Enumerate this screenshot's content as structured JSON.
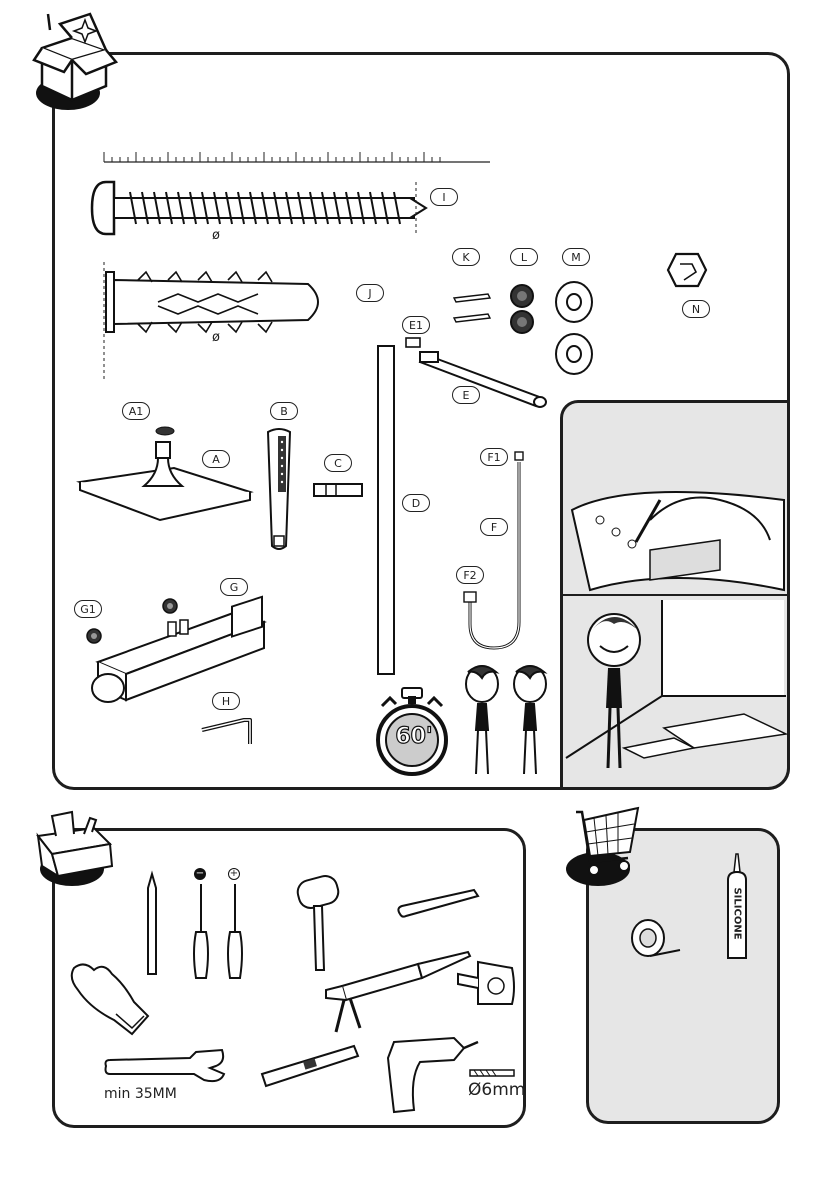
{
  "parts": {
    "labels": [
      "I",
      "J",
      "K",
      "L",
      "M",
      "N",
      "E1",
      "E",
      "A1",
      "B",
      "A",
      "C",
      "D",
      "F1",
      "F",
      "F2",
      "G",
      "G1",
      "H"
    ],
    "diameter_symbol": "ø",
    "timer_text": "60'"
  },
  "tools": {
    "minus_sign": "−",
    "plus_sign": "+",
    "wrench_caption": "min 35MM",
    "drill_caption": "Ø6mm"
  },
  "supplies": {
    "tube_text": "SILICONE"
  }
}
